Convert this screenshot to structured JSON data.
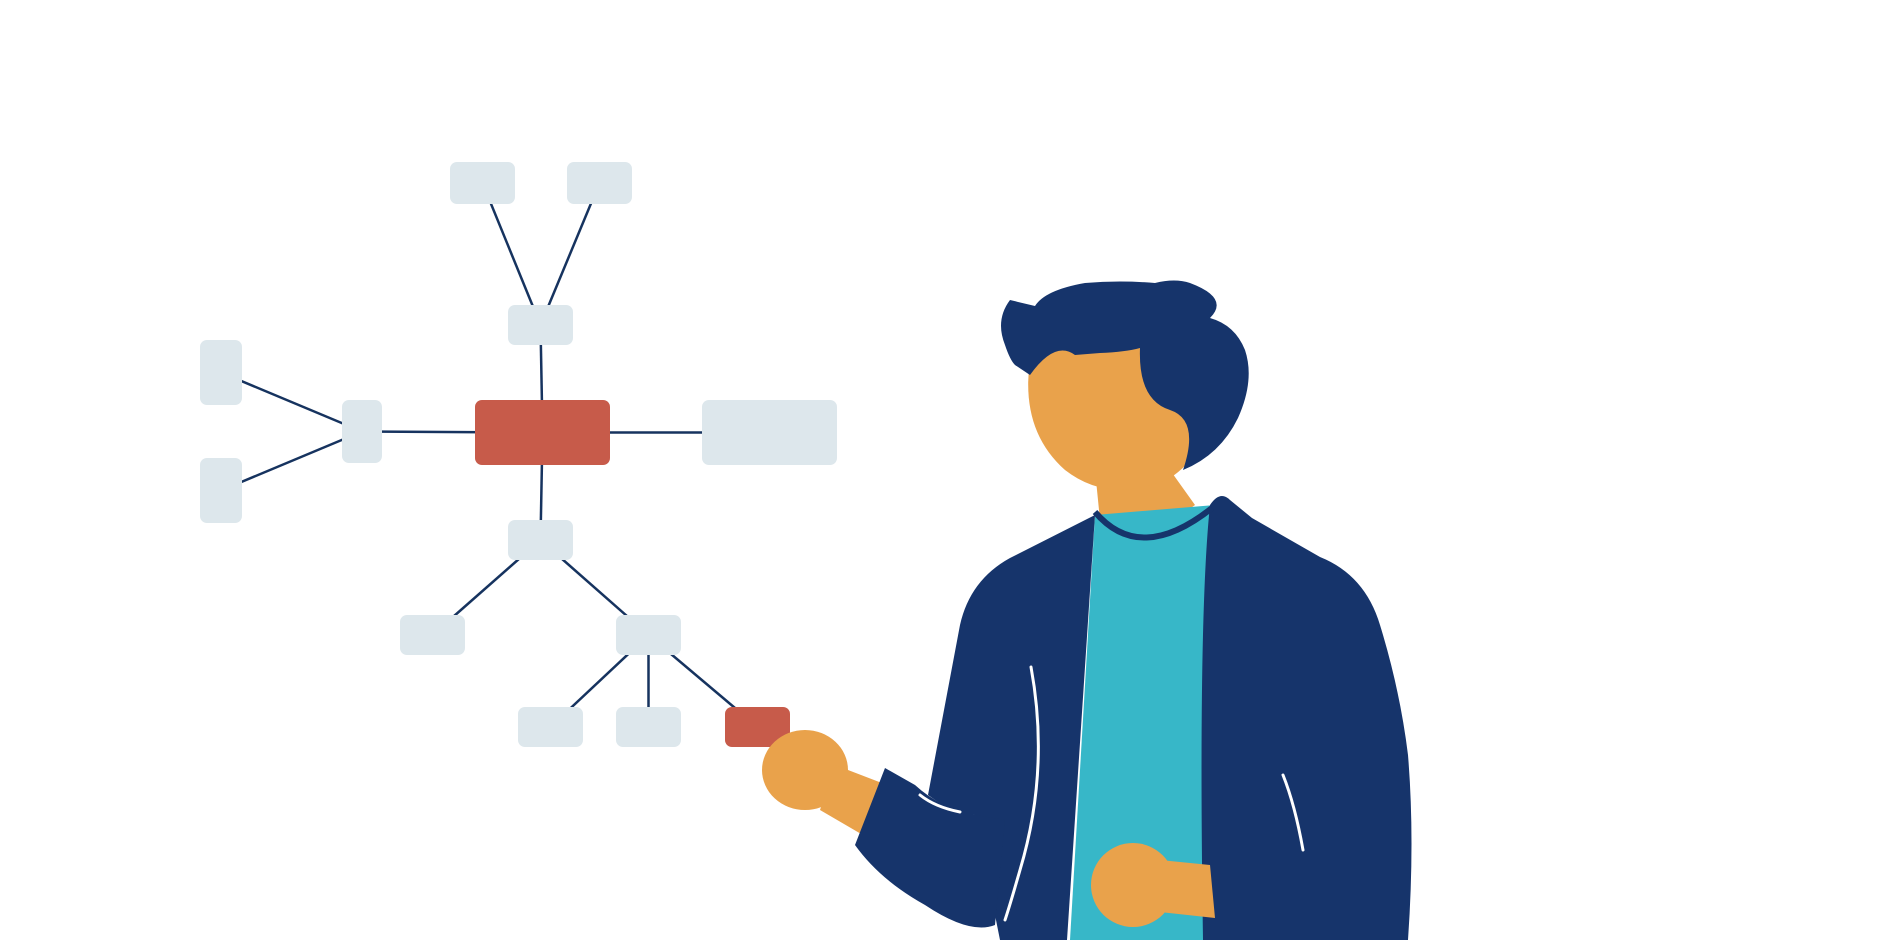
{
  "colors": {
    "background": "#ffffff",
    "connector": "#16335f",
    "node_default": "#dde7ec",
    "node_highlight": "#c75b4a",
    "skin": "#e9a24b",
    "jacket": "#16346b",
    "shirt": "#37b7c8",
    "hair": "#16346b",
    "seam": "#ffffff"
  },
  "diagram": {
    "nodes": [
      {
        "id": "center",
        "state": "highlight"
      },
      {
        "id": "top-hub",
        "state": "default"
      },
      {
        "id": "top-left-leaf",
        "state": "default"
      },
      {
        "id": "top-right-leaf",
        "state": "default"
      },
      {
        "id": "left-hub",
        "state": "default"
      },
      {
        "id": "left-top-leaf",
        "state": "default"
      },
      {
        "id": "left-bottom-leaf",
        "state": "default"
      },
      {
        "id": "right-leaf",
        "state": "default"
      },
      {
        "id": "bottom-hub",
        "state": "default"
      },
      {
        "id": "bottom-left-leaf",
        "state": "default"
      },
      {
        "id": "bottom-right-hub",
        "state": "default"
      },
      {
        "id": "bottom-right-leaf-1",
        "state": "default"
      },
      {
        "id": "bottom-right-leaf-2",
        "state": "default"
      },
      {
        "id": "bottom-right-leaf-3",
        "state": "highlight"
      }
    ],
    "edges": [
      [
        "center",
        "top-hub"
      ],
      [
        "top-hub",
        "top-left-leaf"
      ],
      [
        "top-hub",
        "top-right-leaf"
      ],
      [
        "center",
        "left-hub"
      ],
      [
        "left-hub",
        "left-top-leaf"
      ],
      [
        "left-hub",
        "left-bottom-leaf"
      ],
      [
        "center",
        "right-leaf"
      ],
      [
        "center",
        "bottom-hub"
      ],
      [
        "bottom-hub",
        "bottom-left-leaf"
      ],
      [
        "bottom-hub",
        "bottom-right-hub"
      ],
      [
        "bottom-right-hub",
        "bottom-right-leaf-1"
      ],
      [
        "bottom-right-hub",
        "bottom-right-leaf-2"
      ],
      [
        "bottom-right-hub",
        "bottom-right-leaf-3"
      ]
    ]
  }
}
